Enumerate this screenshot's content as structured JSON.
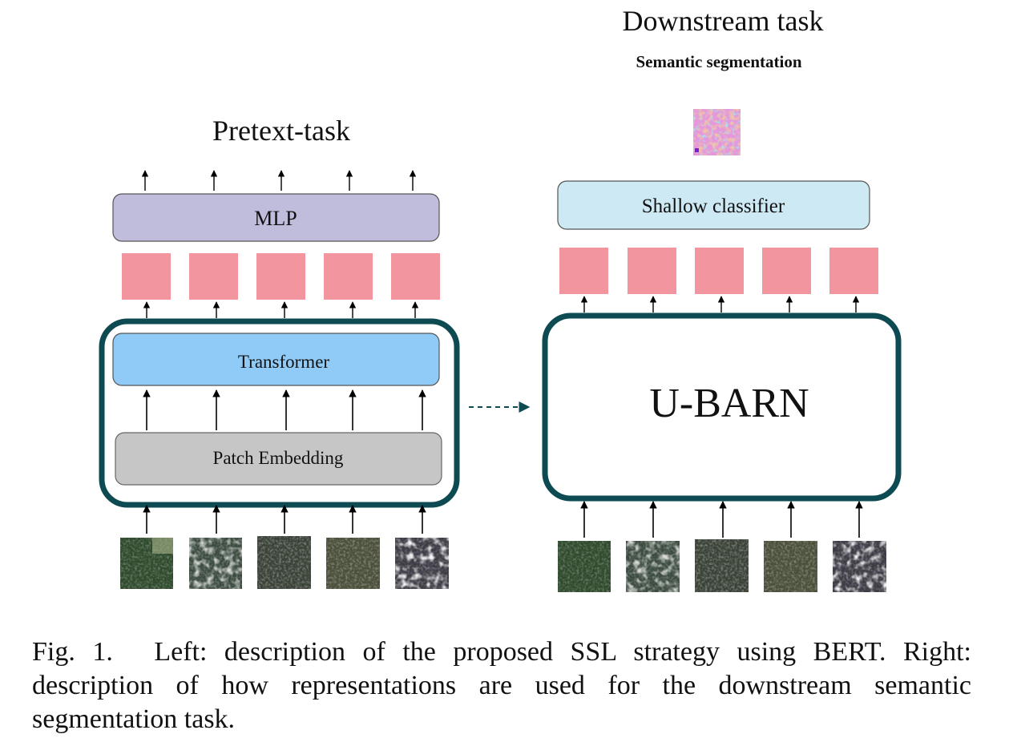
{
  "left": {
    "title": "Pretext-task",
    "mlp_label": "MLP",
    "transformer_label": "Transformer",
    "patch_embedding_label": "Patch Embedding"
  },
  "right": {
    "title": "Downstream task",
    "subtitle": "Semantic segmentation",
    "classifier_label": "Shallow classifier",
    "encoder_label": "U-BARN"
  },
  "caption": {
    "figure_number": "Fig. 1.",
    "text": "Left: description of the proposed SSL strategy using BERT. Right: description of how representations are used for the downstream semantic segmentation task."
  },
  "colors": {
    "mlp_fill": "#c0bcdc",
    "transformer_fill": "#8fcbf6",
    "patch_embedding_fill": "#c6c6c6",
    "classifier_fill": "#cde9f4",
    "token_fill": "#f2959f",
    "encoder_border": "#0e4a52",
    "arrow": "#000000"
  },
  "icons": {
    "satellite_tile": "satellite-image-tile",
    "segmentation_map": "segmentation-map-image"
  }
}
